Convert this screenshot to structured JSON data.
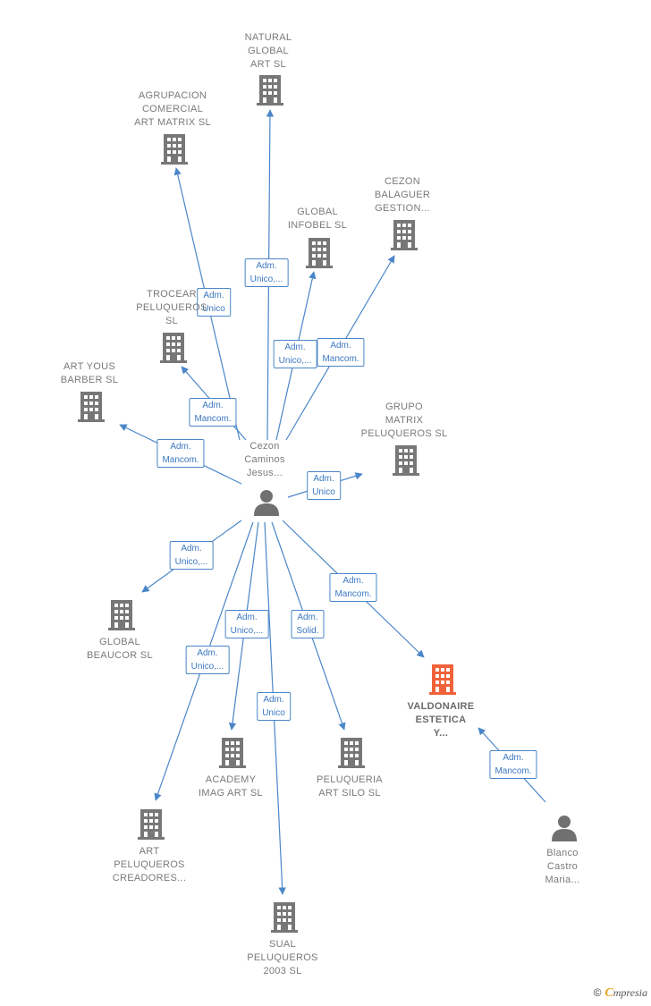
{
  "colors": {
    "company": "#777777",
    "focus_company": "#f0623a",
    "person": "#707070",
    "edge": "#4a86c8",
    "edge_text": "#3c78c0"
  },
  "nodes": [
    {
      "id": "natural",
      "kind": "company",
      "lines": [
        "NATURAL",
        "GLOBAL",
        "ART  SL"
      ]
    },
    {
      "id": "agrupacion",
      "kind": "company",
      "lines": [
        "AGRUPACION",
        "COMERCIAL",
        "ART MATRIX SL"
      ]
    },
    {
      "id": "cezon_bal",
      "kind": "company",
      "lines": [
        "CEZON",
        "BALAGUER",
        "GESTION..."
      ]
    },
    {
      "id": "global_infobel",
      "kind": "company",
      "lines": [
        "GLOBAL",
        "INFOBEL  SL"
      ]
    },
    {
      "id": "trocear",
      "kind": "company",
      "lines": [
        "TROCEAR",
        "PELUQUEROS",
        "SL"
      ]
    },
    {
      "id": "art_yous",
      "kind": "company",
      "lines": [
        "ART YOUS",
        "BARBER  SL"
      ]
    },
    {
      "id": "grupo_matrix",
      "kind": "company",
      "lines": [
        "GRUPO",
        "MATRIX",
        "PELUQUEROS SL"
      ]
    },
    {
      "id": "cezon_person",
      "kind": "person",
      "lines": [
        "Cezon",
        "Caminos",
        "Jesus..."
      ]
    },
    {
      "id": "global_beaucor",
      "kind": "company",
      "lines": [
        "GLOBAL",
        "BEAUCOR  SL"
      ]
    },
    {
      "id": "valdonaire",
      "kind": "focus",
      "lines": [
        "VALDONAIRE",
        "ESTETICA",
        "Y..."
      ]
    },
    {
      "id": "academy",
      "kind": "company",
      "lines": [
        "ACADEMY",
        "IMAG ART  SL"
      ]
    },
    {
      "id": "peluqueria_silo",
      "kind": "company",
      "lines": [
        "PELUQUERIA",
        "ART SILO  SL"
      ]
    },
    {
      "id": "art_peluqueros",
      "kind": "company",
      "lines": [
        "ART",
        "PELUQUEROS",
        "CREADORES..."
      ]
    },
    {
      "id": "sual",
      "kind": "company",
      "lines": [
        "SUAL",
        "PELUQUEROS",
        "2003 SL"
      ]
    },
    {
      "id": "blanco_person",
      "kind": "person",
      "lines": [
        "Blanco",
        "Castro",
        "Maria..."
      ]
    }
  ],
  "edges": [
    {
      "from": "cezon_person",
      "to": "natural",
      "label": [
        "Adm.",
        "Unico,..."
      ]
    },
    {
      "from": "cezon_person",
      "to": "agrupacion",
      "label": [
        "Adm.",
        "Unico"
      ]
    },
    {
      "from": "cezon_person",
      "to": "global_infobel",
      "label": [
        "Adm.",
        "Unico,..."
      ]
    },
    {
      "from": "cezon_person",
      "to": "cezon_bal",
      "label": [
        "Adm.",
        "Mancom."
      ]
    },
    {
      "from": "cezon_person",
      "to": "trocear",
      "label": [
        "Adm.",
        "Mancom."
      ]
    },
    {
      "from": "cezon_person",
      "to": "art_yous",
      "label": [
        "Adm.",
        "Mancom."
      ]
    },
    {
      "from": "cezon_person",
      "to": "grupo_matrix",
      "label": [
        "Adm.",
        "Unico"
      ]
    },
    {
      "from": "cezon_person",
      "to": "global_beaucor",
      "label": [
        "Adm.",
        "Unico,..."
      ]
    },
    {
      "from": "cezon_person",
      "to": "valdonaire",
      "label": [
        "Adm.",
        "Mancom."
      ]
    },
    {
      "from": "cezon_person",
      "to": "academy",
      "label": [
        "Adm.",
        "Unico,..."
      ]
    },
    {
      "from": "cezon_person",
      "to": "peluqueria_silo",
      "label": [
        "Adm.",
        "Solid."
      ]
    },
    {
      "from": "cezon_person",
      "to": "art_peluqueros",
      "label": [
        "Adm.",
        "Unico,..."
      ]
    },
    {
      "from": "cezon_person",
      "to": "sual",
      "label": [
        "Adm.",
        "Unico"
      ]
    },
    {
      "from": "blanco_person",
      "to": "valdonaire",
      "label": [
        "Adm.",
        "Mancom."
      ]
    }
  ],
  "brand": {
    "copyright": "©",
    "initial": "C",
    "rest": "mpresia"
  }
}
